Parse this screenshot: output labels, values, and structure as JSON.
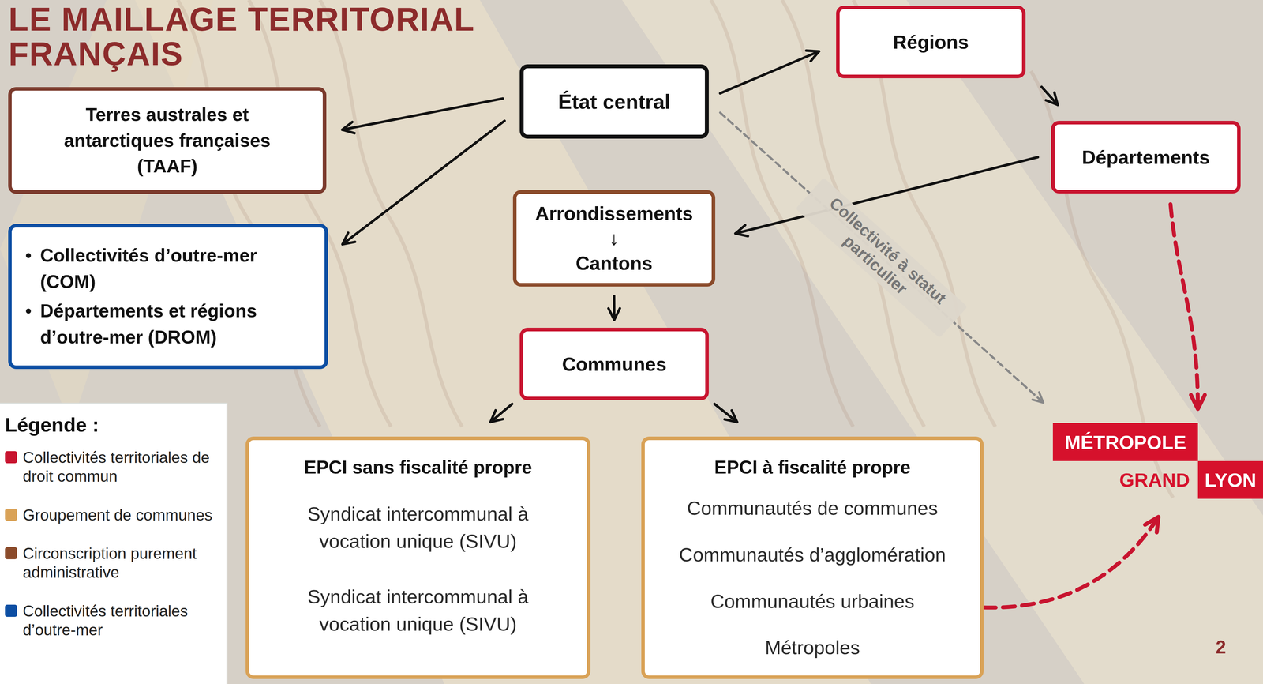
{
  "diagram": {
    "title": "LE MAILLAGE TERRITORIAL FRANÇAIS",
    "nodes": [
      {
        "text": [
          "Terres australes et antarctiques françaises (TAAF)"
        ]
      },
      {
        "text": [
          "Collectivités d’outre-mer (COM)",
          "Départements et régions d’outre-mer (DROM)"
        ]
      },
      {
        "text": [
          "État central"
        ]
      },
      {
        "text": [
          "Régions"
        ]
      },
      {
        "text": [
          "Départements"
        ]
      },
      {
        "text": [
          "Arrondissements",
          "↓",
          "Cantons"
        ]
      },
      {
        "text": [
          "Communes"
        ]
      },
      {
        "text": [
          "EPCI sans fiscalité propre",
          "Syndicat intercommunal à vocation unique (SIVU)",
          "Syndicat intercommunal à vocation unique (SIVU)"
        ]
      },
      {
        "text": [
          "EPCI à fiscalité propre",
          "Communautés de communes",
          "Communautés d’agglomération",
          "Communautés urbaines",
          "Métropoles"
        ]
      },
      {
        "text": [
          "MÉTROPOLE",
          "GRAND",
          "LYON"
        ]
      }
    ],
    "edges": [
      {
        "from": 2,
        "to": 0,
        "arrow": "to"
      },
      {
        "from": 2,
        "to": 1,
        "arrow": "to"
      },
      {
        "from": 2,
        "to": 3,
        "arrow": "to"
      },
      {
        "from": 3,
        "to": 4,
        "arrow": "to"
      },
      {
        "from": 4,
        "to": 5,
        "arrow": "to"
      },
      {
        "from": 5,
        "to": 6,
        "arrow": "to"
      },
      {
        "from": 6,
        "to": 7,
        "arrow": "to"
      },
      {
        "from": 6,
        "to": 8,
        "arrow": "to"
      },
      {
        "from": 4,
        "to": 9,
        "arrow": "to"
      },
      {
        "from": 8,
        "to": 9,
        "arrow": "to"
      },
      {
        "from": 2,
        "to": 9,
        "label": "Collectivité à statut particulier",
        "arrow": "to"
      }
    ],
    "labels": [
      "Légende :",
      "2"
    ],
    "legend": [
      {
        "text": "Collectivités territoriales de droit commun",
        "color": "#c8142f"
      },
      {
        "text": "Groupement de communes",
        "color": "#d9a257"
      },
      {
        "text": "Circonscription purement administrative",
        "color": "#8a4a2a"
      },
      {
        "text": "Collectivités territoriales d’outre-mer",
        "color": "#0c4ea3"
      }
    ]
  }
}
